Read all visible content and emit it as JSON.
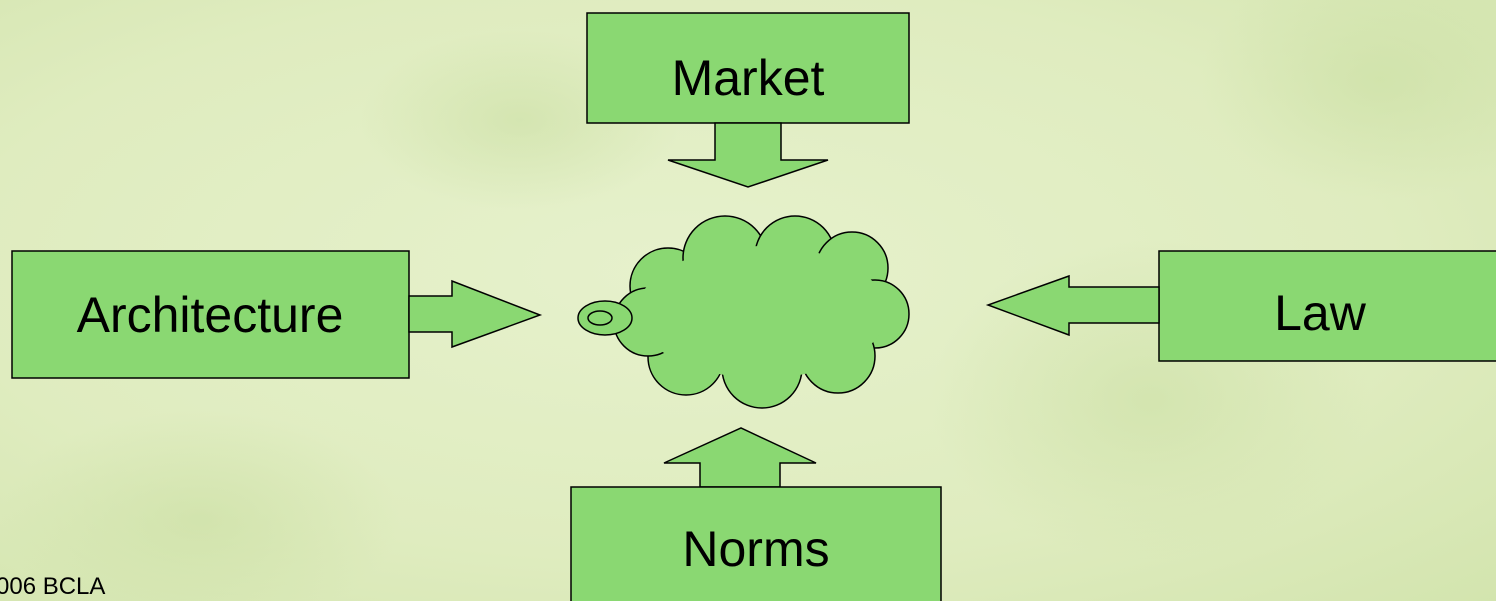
{
  "diagram": {
    "boxes": {
      "market": "Market",
      "architecture": "Architecture",
      "law": "Law",
      "norms": "Norms"
    },
    "footer": "006 BCLA"
  },
  "colors": {
    "background": "#e2eec4",
    "box_fill": "#8ad872",
    "stroke": "#000000"
  }
}
